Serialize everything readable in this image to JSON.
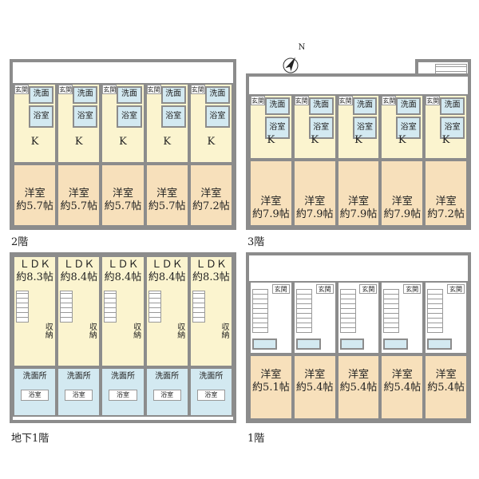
{
  "compass": {
    "label": "N"
  },
  "floors": [
    {
      "label": "2階",
      "units": [
        {
          "genkan": "玄関",
          "senmen": "洗面",
          "bath": "浴室",
          "kitchen": "K",
          "room": "洋室",
          "size": "約5.7帖"
        },
        {
          "genkan": "玄関",
          "senmen": "洗面",
          "bath": "浴室",
          "kitchen": "K",
          "room": "洋室",
          "size": "約5.7帖"
        },
        {
          "genkan": "玄関",
          "senmen": "洗面",
          "bath": "浴室",
          "kitchen": "K",
          "room": "洋室",
          "size": "約5.7帖"
        },
        {
          "genkan": "玄関",
          "senmen": "洗面",
          "bath": "浴室",
          "kitchen": "K",
          "room": "洋室",
          "size": "約5.7帖"
        },
        {
          "genkan": "玄関",
          "senmen": "洗面",
          "bath": "浴室",
          "kitchen": "K",
          "room": "洋室",
          "size": "約7.2帖"
        }
      ]
    },
    {
      "label": "3階",
      "units": [
        {
          "genkan": "玄関",
          "senmen": "洗面",
          "bath": "浴室",
          "kitchen": "K",
          "room": "洋室",
          "size": "約7.9帖"
        },
        {
          "genkan": "玄関",
          "senmen": "洗面",
          "bath": "浴室",
          "kitchen": "K",
          "room": "洋室",
          "size": "約7.9帖"
        },
        {
          "genkan": "玄関",
          "senmen": "洗面",
          "bath": "浴室",
          "kitchen": "K",
          "room": "洋室",
          "size": "約7.9帖"
        },
        {
          "genkan": "玄関",
          "senmen": "洗面",
          "bath": "浴室",
          "kitchen": "K",
          "room": "洋室",
          "size": "約7.9帖"
        },
        {
          "genkan": "玄関",
          "senmen": "洗面",
          "bath": "浴室",
          "kitchen": "K",
          "room": "洋室",
          "size": "約7.2帖"
        }
      ]
    },
    {
      "label": "地下1階",
      "units": [
        {
          "room": "ＬＤＫ",
          "size": "約8.3帖",
          "storage": "収納",
          "washroom": "洗面所",
          "bath": "浴室"
        },
        {
          "room": "ＬＤＫ",
          "size": "約8.4帖",
          "storage": "収納",
          "washroom": "洗面所",
          "bath": "浴室"
        },
        {
          "room": "ＬＤＫ",
          "size": "約8.4帖",
          "storage": "収納",
          "washroom": "洗面所",
          "bath": "浴室"
        },
        {
          "room": "ＬＤＫ",
          "size": "約8.4帖",
          "storage": "収納",
          "washroom": "洗面所",
          "bath": "浴室"
        },
        {
          "room": "ＬＤＫ",
          "size": "約8.3帖",
          "storage": "収納",
          "washroom": "洗面所",
          "bath": "浴室"
        }
      ]
    },
    {
      "label": "1階",
      "units": [
        {
          "genkan": "玄関",
          "room": "洋室",
          "size": "約5.1帖"
        },
        {
          "genkan": "玄関",
          "room": "洋室",
          "size": "約5.4帖"
        },
        {
          "genkan": "玄関",
          "room": "洋室",
          "size": "約5.4帖"
        },
        {
          "genkan": "玄関",
          "room": "洋室",
          "size": "約5.4帖"
        },
        {
          "genkan": "玄関",
          "room": "洋室",
          "size": "約5.4帖"
        }
      ]
    }
  ]
}
